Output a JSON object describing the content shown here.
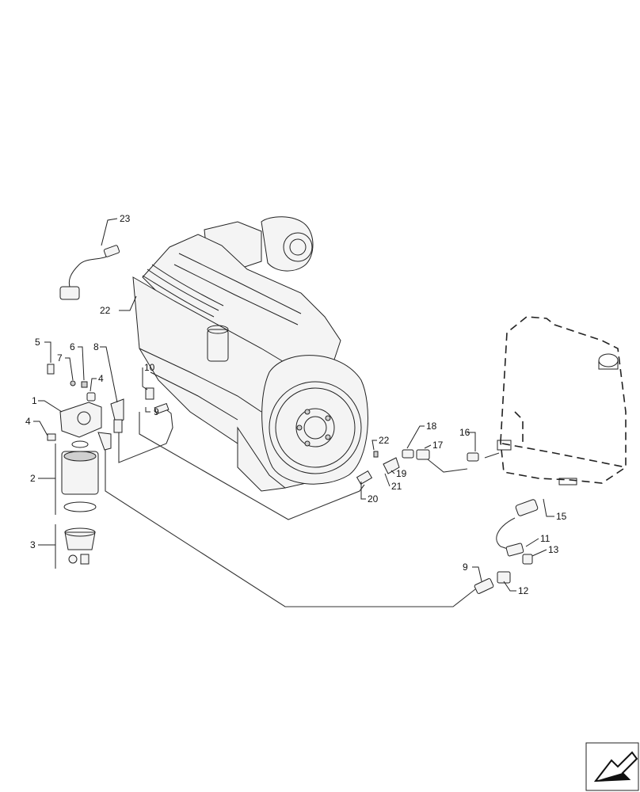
{
  "callouts": [
    {
      "id": "23",
      "text": "23"
    },
    {
      "id": "22a",
      "text": "22"
    },
    {
      "id": "5",
      "text": "5"
    },
    {
      "id": "6",
      "text": "6"
    },
    {
      "id": "8",
      "text": "8"
    },
    {
      "id": "7",
      "text": "7"
    },
    {
      "id": "4a",
      "text": "4"
    },
    {
      "id": "10",
      "text": "10"
    },
    {
      "id": "9a",
      "text": "9"
    },
    {
      "id": "1",
      "text": "1"
    },
    {
      "id": "4b",
      "text": "4"
    },
    {
      "id": "2",
      "text": "2"
    },
    {
      "id": "3",
      "text": "3"
    },
    {
      "id": "22b",
      "text": "22"
    },
    {
      "id": "18",
      "text": "18"
    },
    {
      "id": "17",
      "text": "17"
    },
    {
      "id": "16",
      "text": "16"
    },
    {
      "id": "19",
      "text": "19"
    },
    {
      "id": "21",
      "text": "21"
    },
    {
      "id": "20",
      "text": "20"
    },
    {
      "id": "15",
      "text": "15"
    },
    {
      "id": "11",
      "text": "11"
    },
    {
      "id": "13",
      "text": "13"
    },
    {
      "id": "9b",
      "text": "9"
    },
    {
      "id": "12",
      "text": "12"
    }
  ],
  "icons": {
    "nav_arrow": "next-page-arrow-icon"
  }
}
